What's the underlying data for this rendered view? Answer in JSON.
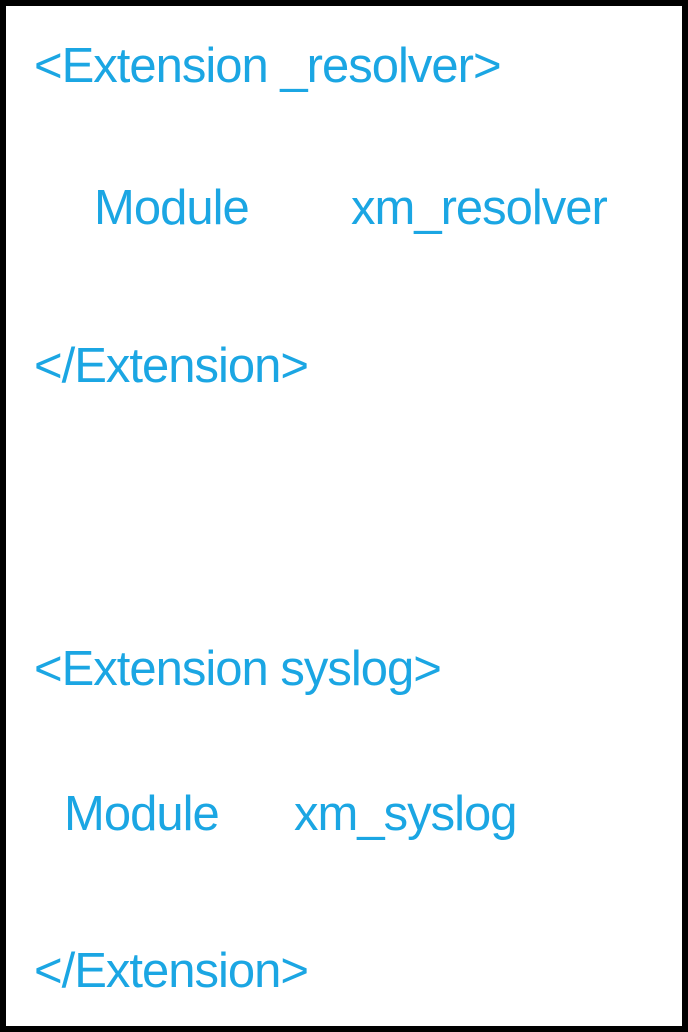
{
  "accent_color": "#1BA6E3",
  "background_color": "#FFFFFF",
  "border_color": "#000000",
  "code": {
    "language": "nxlog-config-xml",
    "blocks": [
      {
        "open_tag": "<Extension _resolver>",
        "directive": {
          "key": "Module",
          "value": "xm_resolver"
        },
        "close_tag": "</Extension>"
      },
      {
        "open_tag": "<Extension syslog>",
        "directive": {
          "key": "Module",
          "value": "xm_syslog"
        },
        "close_tag": "</Extension>"
      }
    ]
  }
}
